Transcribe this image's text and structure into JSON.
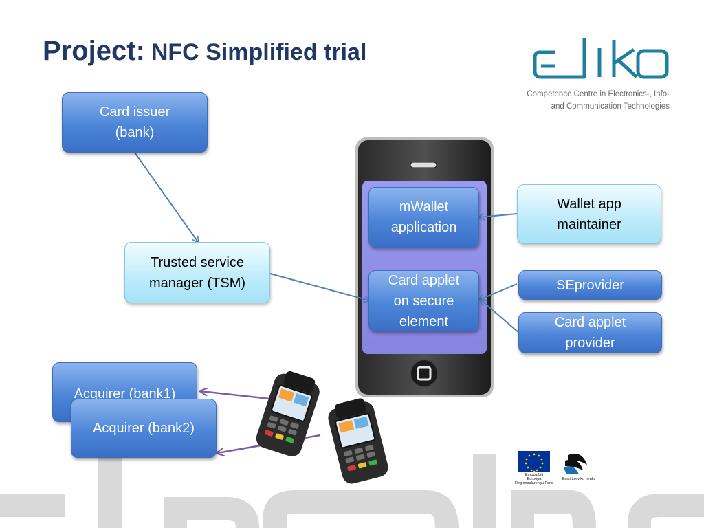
{
  "title": {
    "prefix": "Project:",
    "main": "NFC Simplified trial"
  },
  "logo": {
    "brand": "eliko",
    "subtitle": "Competence Centre in Electronics-, Info-\nand Communication Technologies"
  },
  "nodes": {
    "card_issuer": "Card issuer\n(bank)",
    "tsm": "Trusted service\nmanager (TSM)",
    "mwallet": "mWallet\napplication",
    "card_applet_se": "Card applet\non secure\nelement",
    "wallet_maintainer": "Wallet app\nmaintainer",
    "seprovider": "SEprovider",
    "card_applet_provider": "Card applet\nprovider",
    "acquirer1": "Acquirer (bank1)",
    "acquirer2": "Acquirer (bank2)"
  },
  "footer": {
    "eu_caption": "Europa Liit\nEuroopa\nRegionaalarengu Fond",
    "ee_caption": "Eesti tuleviku heaks"
  },
  "colors": {
    "title": "#1f3864",
    "blue_box": "#4d86d8",
    "light_box": "#bdebfb",
    "arrow_blue": "#4f81bd",
    "arrow_purple": "#7b5ea7",
    "logo": "#1f7fa0",
    "phone_screen": "#8e8ee8"
  }
}
